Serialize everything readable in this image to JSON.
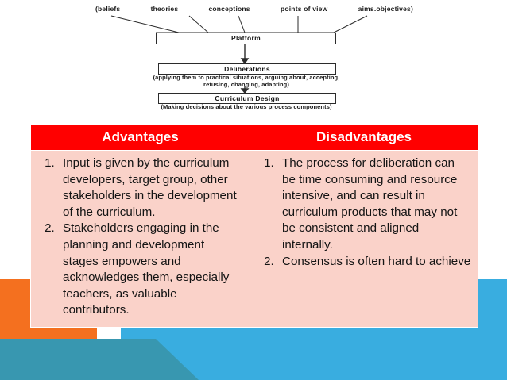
{
  "diagram": {
    "top_labels": [
      "(beliefs",
      "theories",
      "conceptions",
      "points of view",
      "aims.objectives)"
    ],
    "platform_box": "Platform",
    "deliberations_box": "Deliberations",
    "deliberations_caption": "(applying them to practical situations, arguing about, accepting, refusing, changing, adapting)",
    "design_box": "Curriculum Design",
    "design_caption": "(Making decisions about the various process components)"
  },
  "table": {
    "headers": [
      "Advantages",
      "Disadvantages"
    ],
    "advantages": [
      "Input is given by the curriculum developers, target group, other stakeholders in the development of the curriculum.",
      "Stakeholders engaging in the planning and development stages  empowers and acknowledges them, especially teachers, as valuable contributors."
    ],
    "disadvantages": [
      "The process for deliberation can be time consuming and resource intensive, and can result in curriculum products that may not be consistent and aligned internally.",
      "Consensus is often hard to achieve"
    ]
  },
  "colors": {
    "header_red": "#FF0000",
    "cell_pink": "#FAD2C9",
    "accent_orange": "#F4701F",
    "accent_lightblue": "#39ADE0",
    "accent_teal": "#3897B0"
  }
}
